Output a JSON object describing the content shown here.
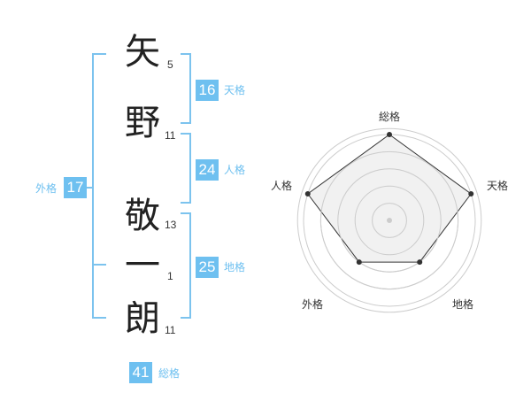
{
  "name": {
    "chars": [
      {
        "char": "矢",
        "strokes": "5"
      },
      {
        "char": "野",
        "strokes": "11"
      },
      {
        "char": "敬",
        "strokes": "13"
      },
      {
        "char": "一",
        "strokes": "1"
      },
      {
        "char": "朗",
        "strokes": "11"
      }
    ]
  },
  "fortunes": {
    "tenkaku": {
      "value": "16",
      "label": "天格"
    },
    "jinkaku": {
      "value": "24",
      "label": "人格"
    },
    "chikaku": {
      "value": "25",
      "label": "地格"
    },
    "gaikaku": {
      "value": "17",
      "label": "外格"
    },
    "soukaku": {
      "value": "41",
      "label": "総格"
    }
  },
  "radar": {
    "axes": [
      "総格",
      "天格",
      "地格",
      "外格",
      "人格"
    ],
    "values": [
      1.0,
      1.0,
      0.6,
      0.6,
      1.0
    ],
    "colors": {
      "fill": "#eeeeee",
      "stroke": "#333333",
      "grid": "#cccccc",
      "dot": "#333333"
    }
  }
}
